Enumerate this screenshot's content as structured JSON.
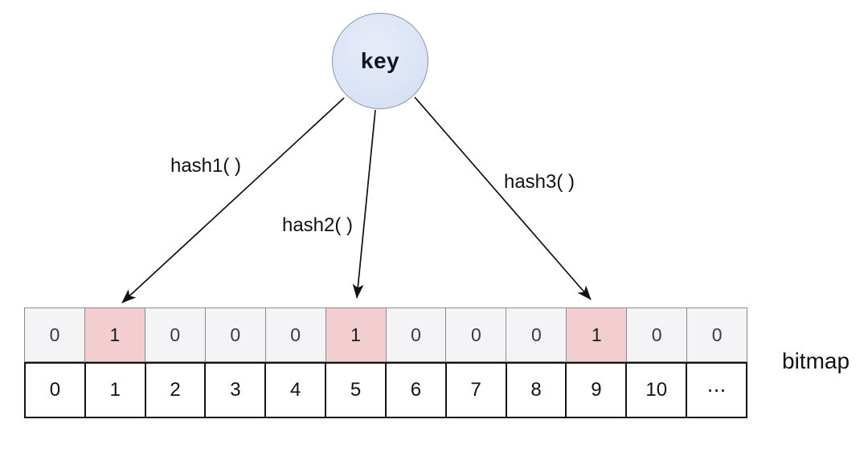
{
  "diagram": {
    "key_label": "key",
    "hash_labels": [
      "hash1( )",
      "hash2( )",
      "hash3( )"
    ],
    "bitmap_label": "bitmap",
    "bitmap": {
      "bits": [
        "0",
        "1",
        "0",
        "0",
        "0",
        "1",
        "0",
        "0",
        "0",
        "1",
        "0",
        "0"
      ],
      "highlighted_indices": [
        1,
        5,
        9
      ],
      "index_labels": [
        "0",
        "1",
        "2",
        "3",
        "4",
        "5",
        "6",
        "7",
        "8",
        "9",
        "10",
        "⋯"
      ]
    },
    "colors": {
      "key_fill": "#d9e2f5",
      "key_border": "#8593ad",
      "bit_cell_bg": "#f4f4f6",
      "bit_cell_highlight": "#f2ced1",
      "bit_row_border": "#8c8c8c",
      "index_row_border": "#151515",
      "arrow": "#111111",
      "background": "#ffffff"
    }
  }
}
